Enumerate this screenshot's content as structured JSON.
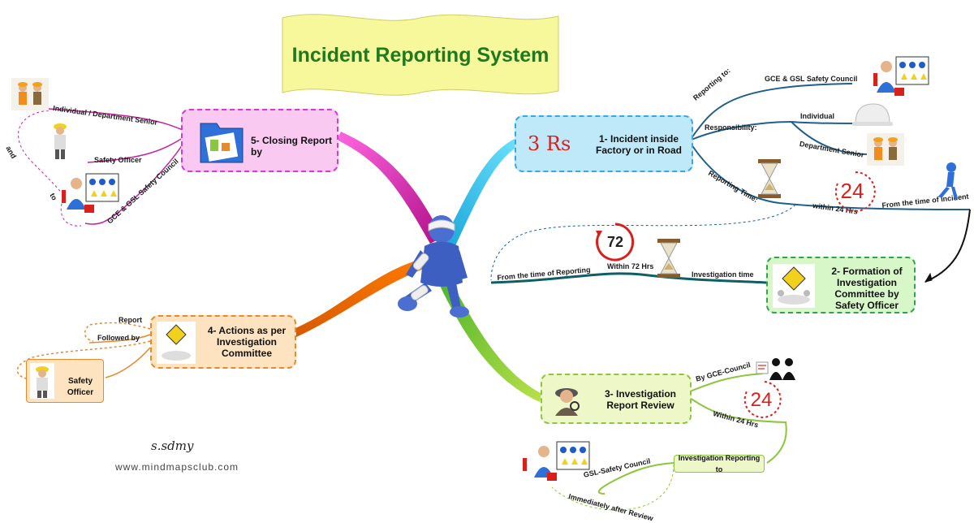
{
  "title": "Incident Reporting System",
  "center_icon": "injured-person-icon",
  "nodes": {
    "incident": {
      "label": "1- Incident inside Factory or in Road",
      "badge": "3 Rs",
      "color": "#bfe8f8",
      "border": "#36a9e0"
    },
    "formation": {
      "label": "2- Formation of Investigation Committee by Safety Officer",
      "color": "#d8f7c8",
      "border": "#33a055"
    },
    "review": {
      "label": "3- Investigation Report Review",
      "color": "#eef7c8",
      "border": "#8cc63f"
    },
    "actions": {
      "label": "4- Actions as per Investigation Committee",
      "color": "#fde3c0",
      "border": "#e8892b"
    },
    "closing": {
      "label": "5- Closing Report by",
      "color": "#f9c9f2",
      "border": "#d63bc9"
    },
    "safety_officer": {
      "label": "Safety Officer"
    },
    "investigation_reporting": {
      "label": "Investigation Reporting to"
    }
  },
  "branch_labels": {
    "reporting_to": "Reporting to:",
    "gce_gsl": "GCE & GSL Safety Council",
    "responsibility": "Responsibility:",
    "individual": "Individual",
    "department_senior": "Department Senior",
    "reporting_time": "Reporting Time:",
    "within_24": "within 24 Hrs",
    "from_incident": "From the time of Incident",
    "from_reporting": "From the time of Reporting",
    "within_72": "Within 72 Hrs",
    "investigation_time": "Investigation time",
    "by_gce_council": "By GCE-Council",
    "within_24_review": "Within 24 Hrs",
    "gsl_safety_council": "GSL-Safety Council",
    "immediately_after": "Immediately after Review",
    "report": "Report",
    "followed_by": "Followed by",
    "individual_dept_senior": "Individual / Department Senior",
    "and": "and",
    "safety_officer": "Safety Officer",
    "to": "to",
    "gce_gsl_council": "GCE & GSL Safety Council"
  },
  "timers": {
    "t24_top": "24",
    "t72": "72",
    "t24_review": "24"
  },
  "signature": "s.sdmy",
  "watermark": "www.mindmapsclub.com",
  "colors": {
    "title_text": "#1f7a1f",
    "banner": "#f7f79c",
    "blue_branch": "#1f5f8b",
    "teal_branch": "#0e5e63",
    "green_branch": "#8cc63f",
    "orange_branch": "#e8892b",
    "magenta_branch": "#c8209f",
    "cyan_branch": "#37c3e6",
    "timer_red": "#d8201c"
  }
}
